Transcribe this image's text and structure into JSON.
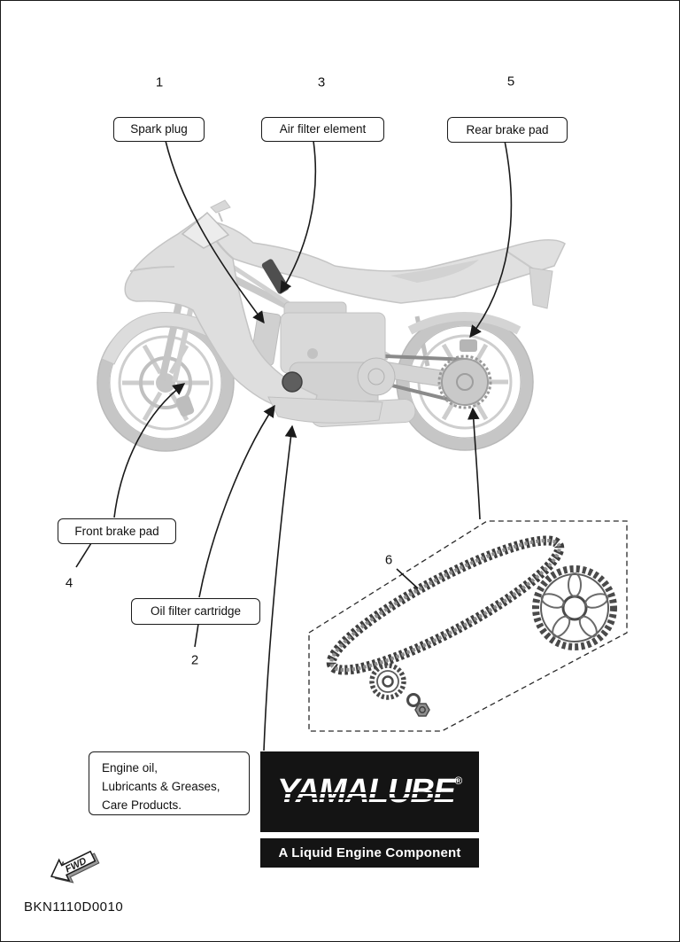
{
  "figure": {
    "part_code": "BKN1110D0010"
  },
  "callouts": {
    "n1": {
      "num": "1",
      "label": "Spark plug"
    },
    "n2": {
      "num": "2",
      "label": "Oil filter cartridge"
    },
    "n3": {
      "num": "3",
      "label": "Air filter element"
    },
    "n4": {
      "num": "4",
      "label": "Front brake pad"
    },
    "n5": {
      "num": "5",
      "label": "Rear brake pad"
    },
    "n6": {
      "num": "6"
    }
  },
  "engine_oil_box": {
    "line1": "Engine oil,",
    "line2": "Lubricants & Greases,",
    "line3": "Care Products."
  },
  "yamalube": {
    "brand": "YAMALUBE",
    "reg": "®",
    "tagline": "A Liquid Engine Component"
  },
  "fwd": {
    "label": "FWD"
  },
  "colors": {
    "ink": "#1a1a1a",
    "ghost_gray": "#d6d6d6",
    "dark_part": "#4f4f4f",
    "yamalube_bg": "#141414"
  }
}
